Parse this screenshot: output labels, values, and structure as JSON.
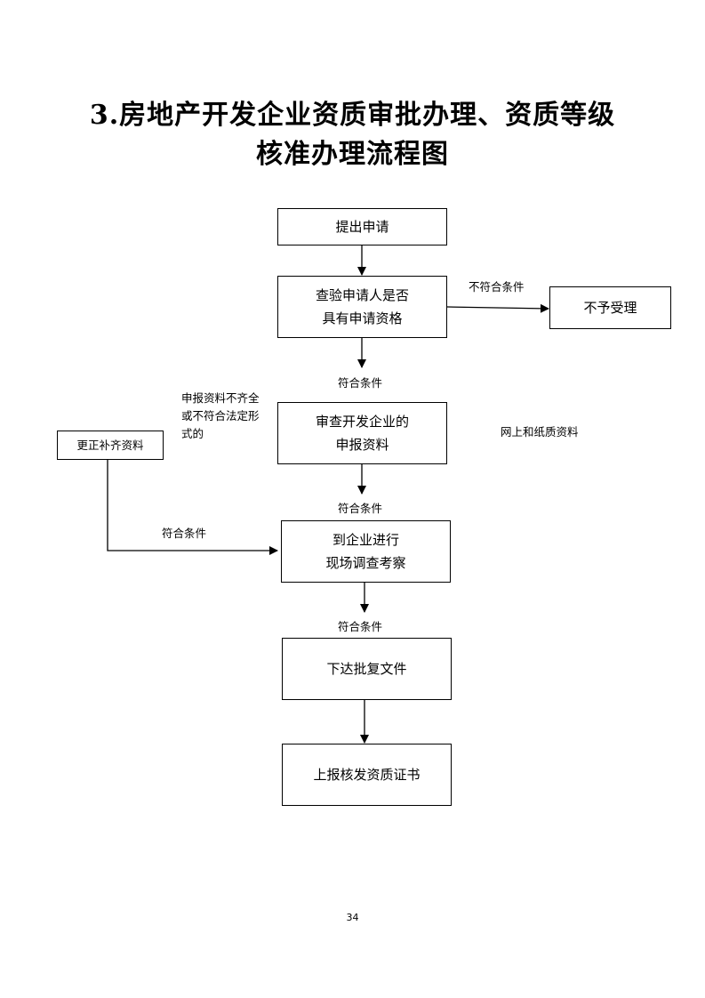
{
  "title": {
    "line1": "3.房地产开发企业资质审批办理、资质等级",
    "line2": "核准办理流程图"
  },
  "nodes": {
    "submit": "提出申请",
    "verify_l1": "查验申请人是否",
    "verify_l2": "具有申请资格",
    "reject": "不予受理",
    "review_l1": "审查开发企业的",
    "review_l2": "申报资料",
    "correct": "更正补齐资料",
    "inspect_l1": "到企业进行",
    "inspect_l2": "现场调查考察",
    "approve": "下达批复文件",
    "report": "上报核发资质证书"
  },
  "labels": {
    "not_qualified": "不符合条件",
    "qualified_1": "符合条件",
    "incomplete_l1": "申报资料不齐全",
    "incomplete_l2": "或不符合法定形",
    "incomplete_l3": "式的",
    "online_paper": "网上和纸质资料",
    "qualified_2": "符合条件",
    "qualified_left": "符合条件",
    "qualified_3": "符合条件"
  },
  "page_number": "34"
}
